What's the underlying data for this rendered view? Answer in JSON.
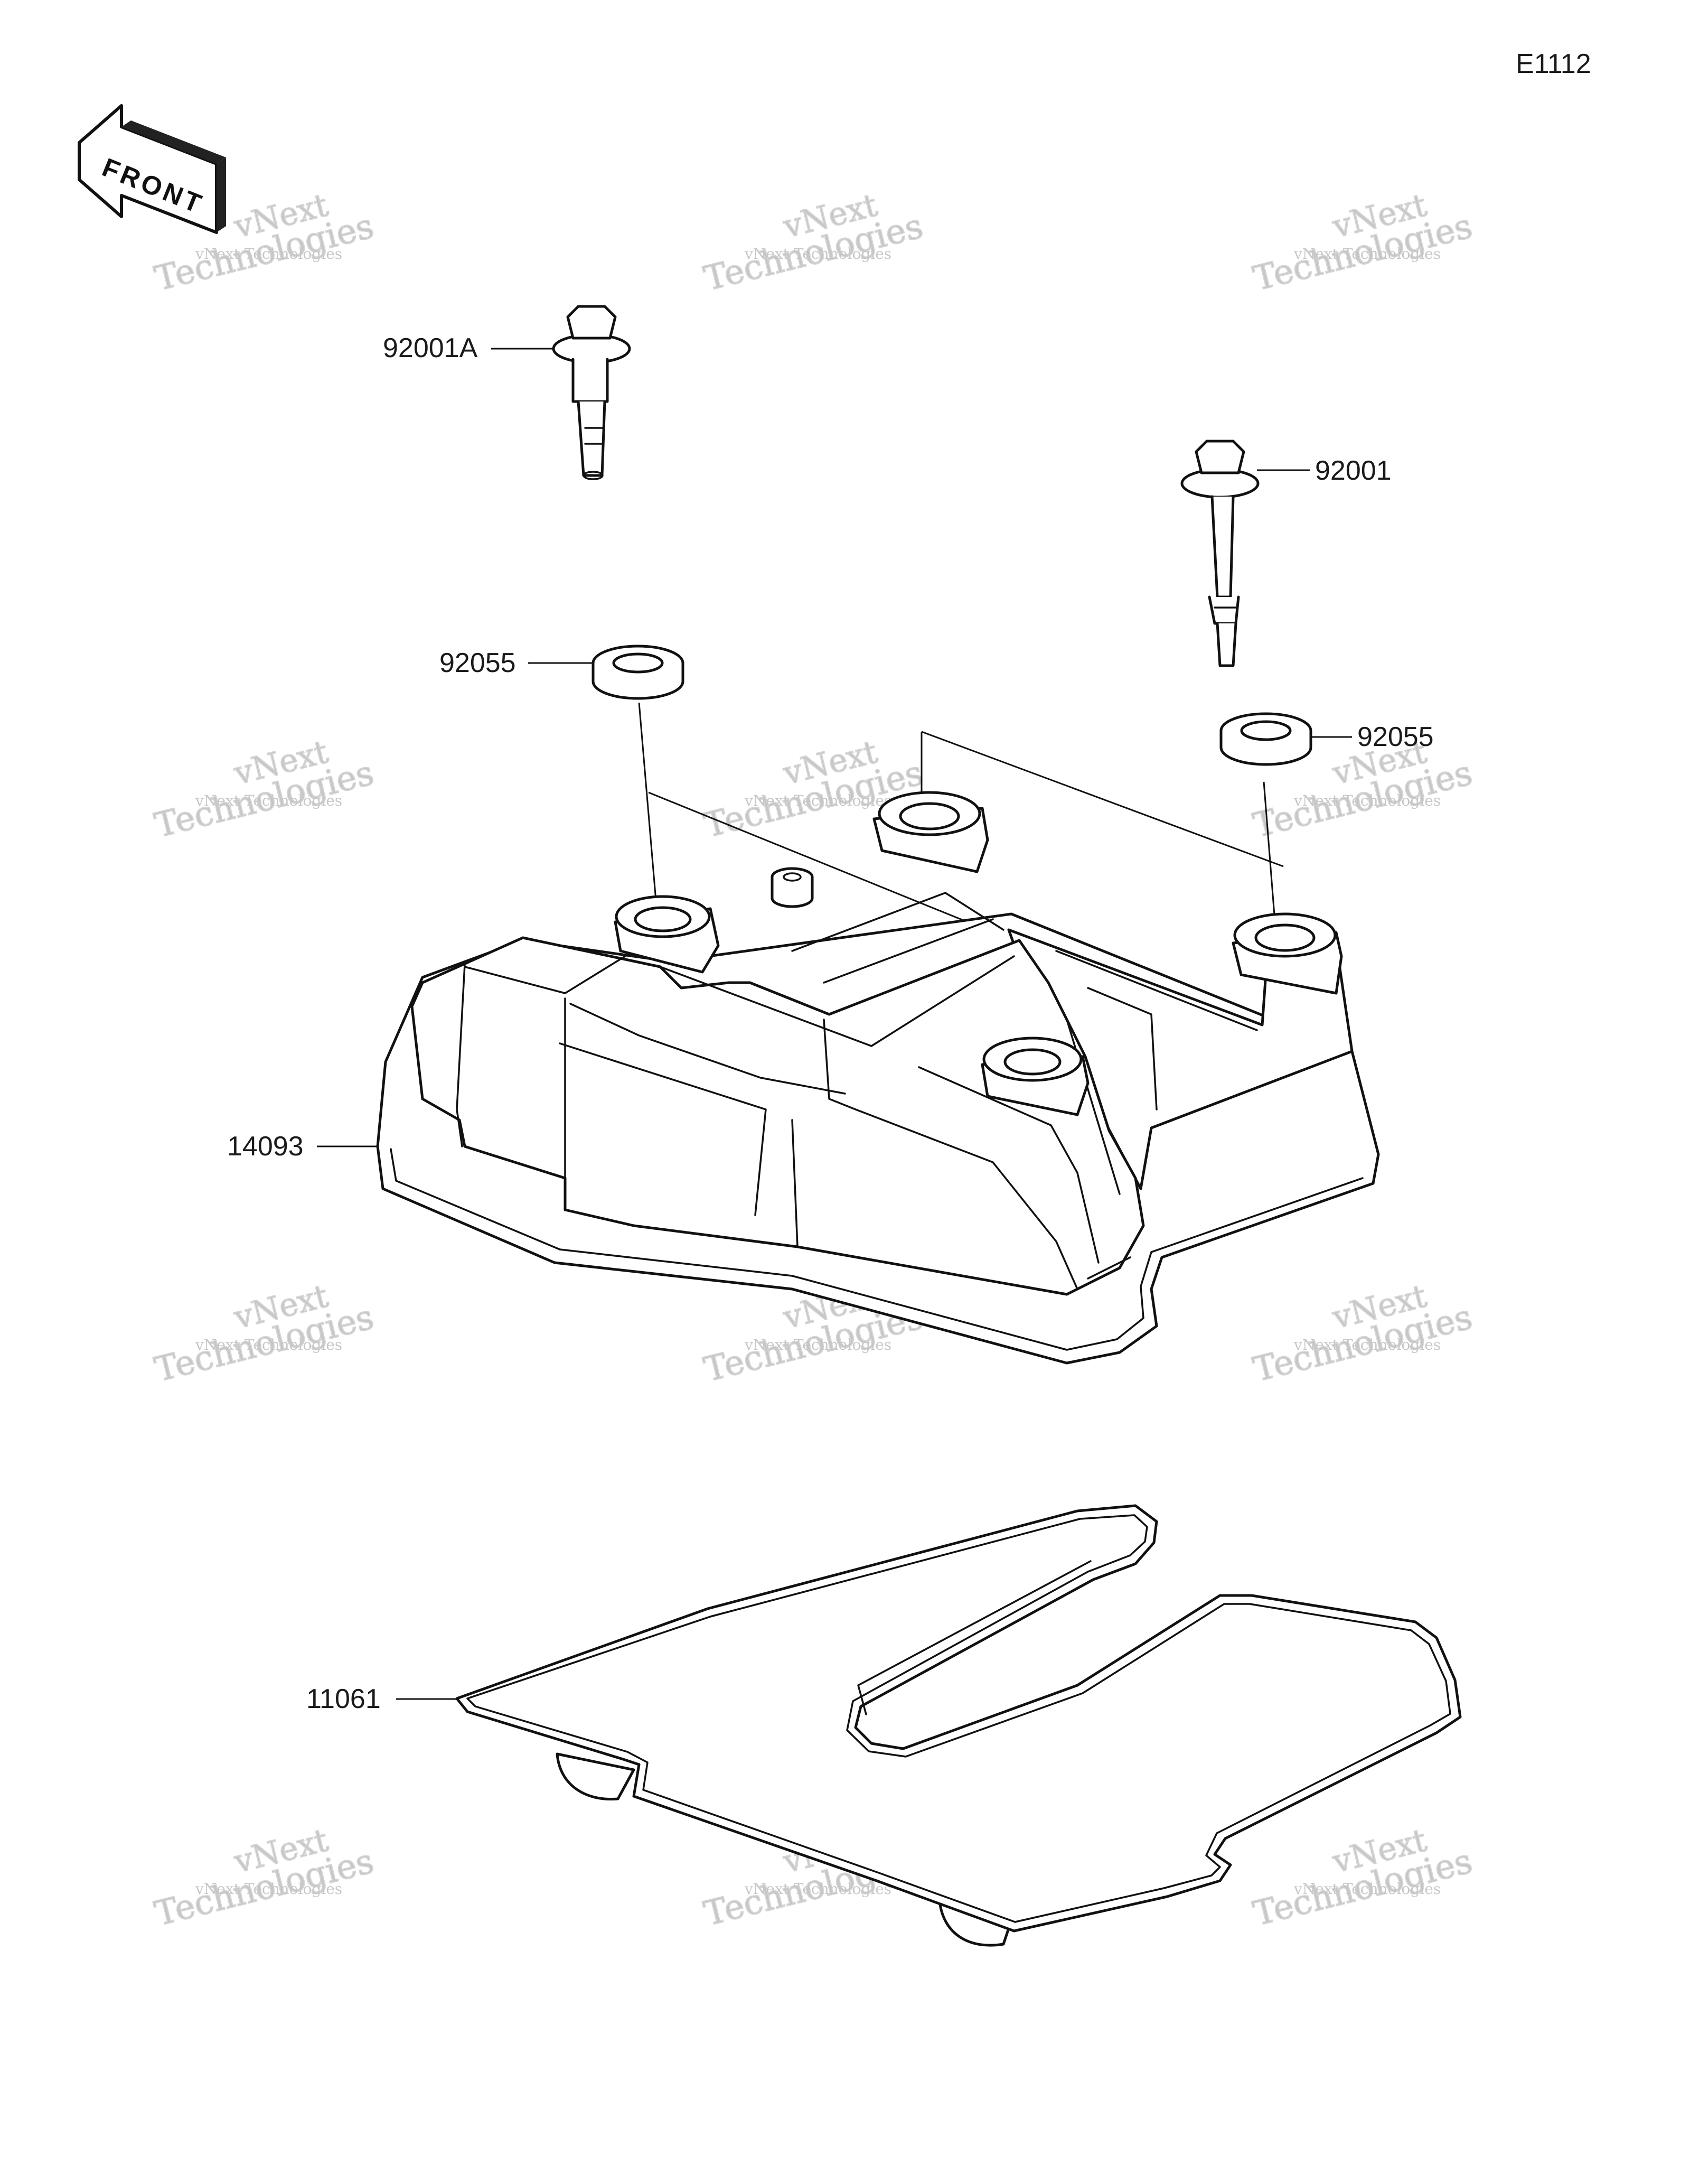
{
  "diagram": {
    "code": "E1112",
    "front_label": "FRONT",
    "callouts": {
      "bolt_a": "92001A",
      "bolt": "92001",
      "washer_left": "92055",
      "washer_right": "92055",
      "cover": "14093",
      "gasket": "11061"
    },
    "watermark": {
      "line1": "vNext Technologies",
      "line2": "vNext",
      "line3": "Technologies"
    }
  }
}
